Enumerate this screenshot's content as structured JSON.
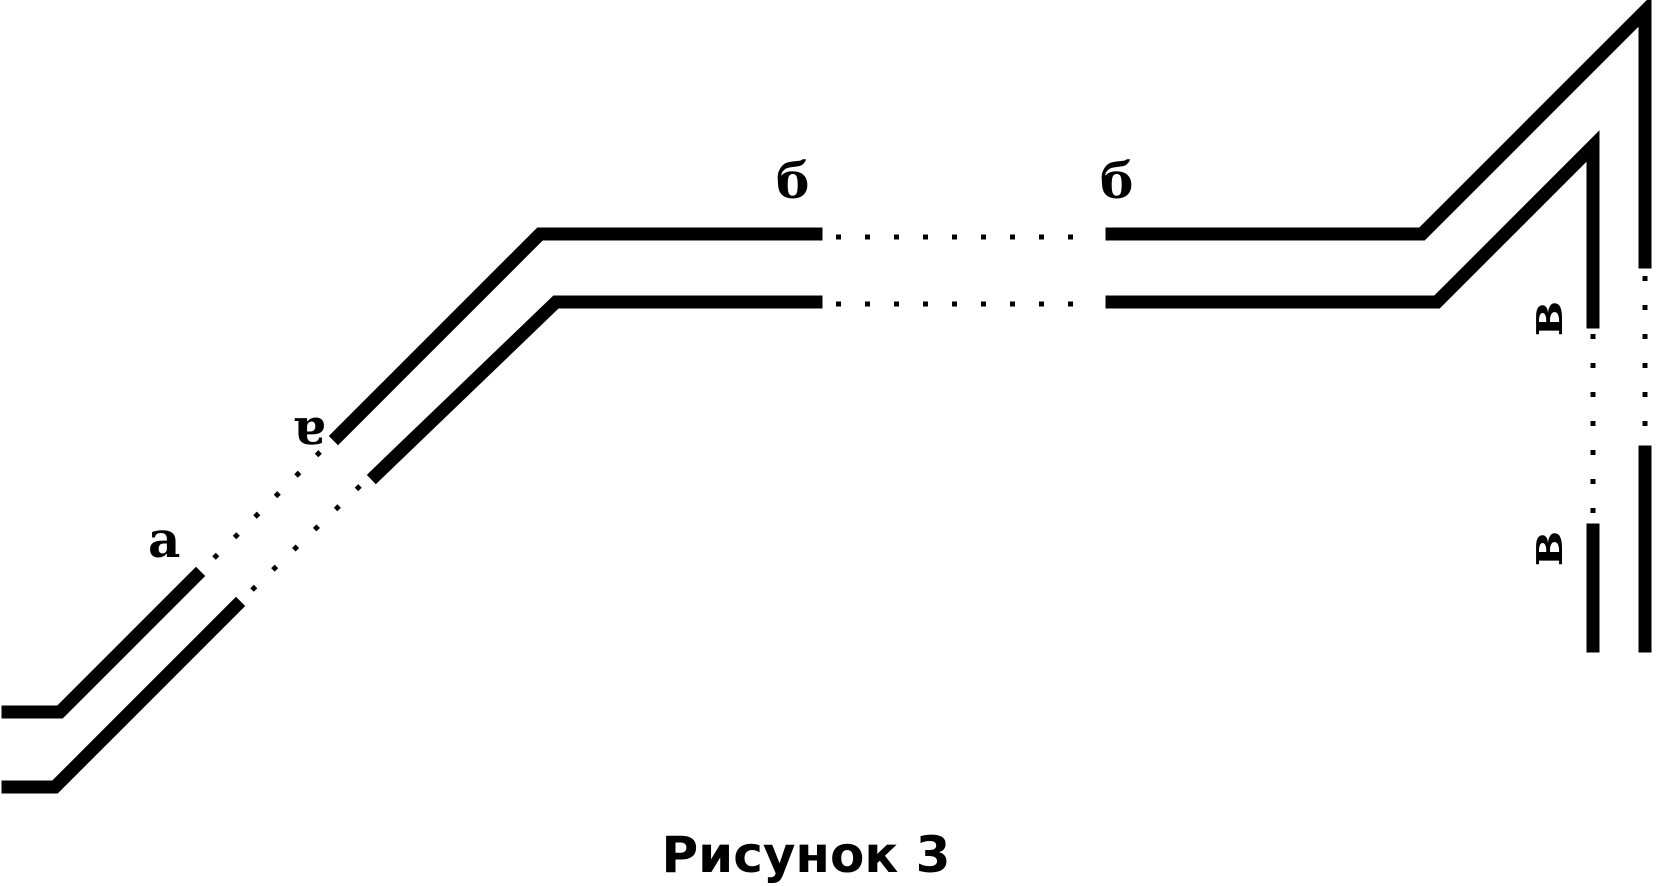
{
  "labels": {
    "a": "а",
    "b1": "б",
    "b2": "б",
    "v1": "в",
    "v2": "в"
  },
  "caption": "Рисунок 3"
}
